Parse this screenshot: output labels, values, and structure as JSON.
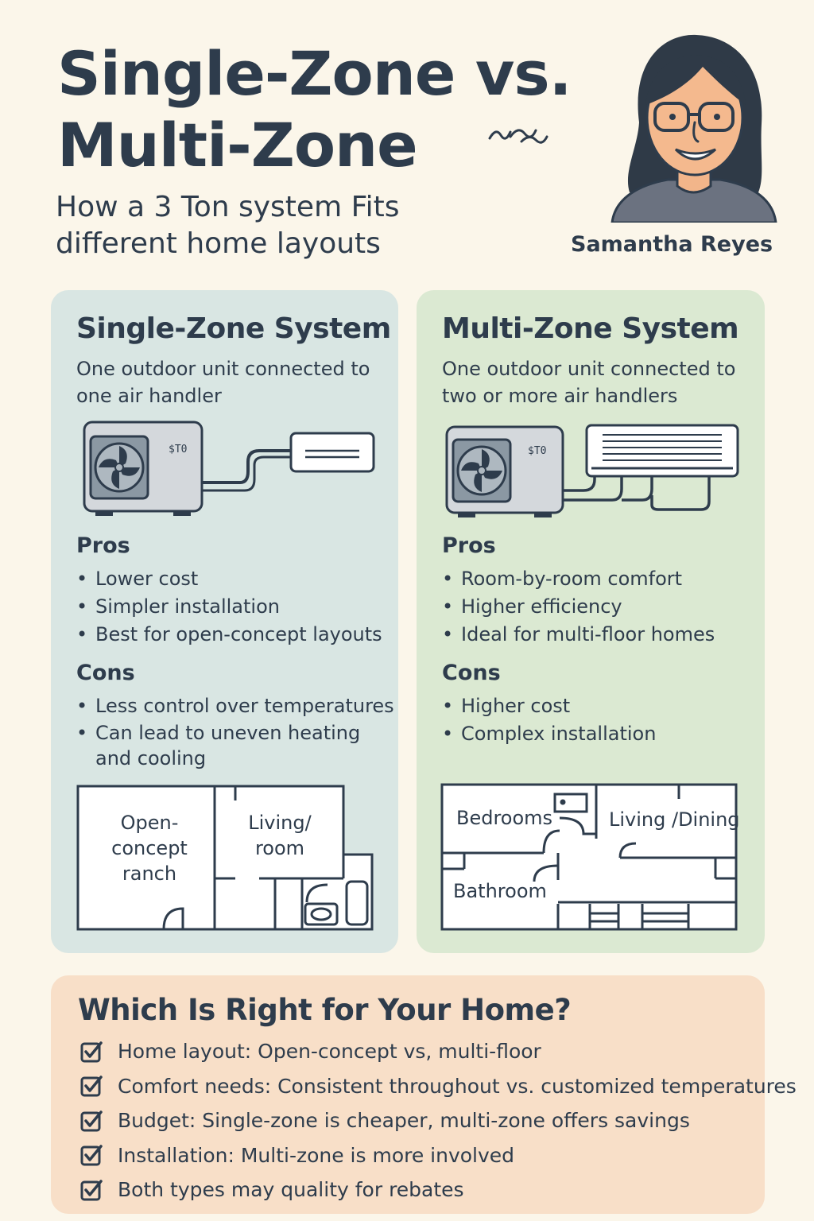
{
  "header": {
    "title_line1": "Single-Zone vs.",
    "title_line2": "Multi-Zone",
    "subtitle_line1": "How a 3 Ton system Fits",
    "subtitle_line2": "different home layouts",
    "author": "Samantha Reyes"
  },
  "single_zone": {
    "title": "Single-Zone System",
    "description": "One outdoor unit connected to one air handler",
    "unit_label": "$T0",
    "pros_heading": "Pros",
    "pros": [
      "Lower cost",
      "Simpler installation",
      "Best for open-concept layouts"
    ],
    "cons_heading": "Cons",
    "cons": [
      "Less control over temperatures",
      "Can lead to uneven heating and cooling"
    ],
    "floorplan": {
      "label_a_line1": "Open-",
      "label_a_line2": "concept",
      "label_a_line3": "ranch",
      "label_b_line1": "Living/",
      "label_b_line2": "room"
    }
  },
  "multi_zone": {
    "title": "Multi-Zone System",
    "description": "One outdoor unit connected to two or more air handlers",
    "unit_label": "$T0",
    "pros_heading": "Pros",
    "pros": [
      "Room-by-room comfort",
      "Higher efficiency",
      "Ideal for multi-floor homes"
    ],
    "cons_heading": "Cons",
    "cons": [
      "Higher cost",
      "Complex installation"
    ],
    "floorplan": {
      "bedrooms": "Bedrooms",
      "living_dining": "Living /Dining",
      "bathroom": "Bathroom"
    }
  },
  "checklist": {
    "title": "Which Is Right for Your Home?",
    "items": [
      "Home layout: Open-concept vs, multi-floor",
      "Comfort needs: Consistent throughout vs. customized temperatures",
      "Budget: Single-zone is cheaper, multi-zone offers savings",
      "Installation: Multi-zone is more involved",
      "Both types may quality for rebates"
    ]
  },
  "colors": {
    "background": "#fbf6ea",
    "single_panel": "#d9e6e3",
    "multi_panel": "#dbe9d2",
    "checklist_panel": "#f8dfc8",
    "ink": "#2e3c4c"
  },
  "icons": {
    "avatar": "woman-with-glasses-portrait",
    "unit": "outdoor-condenser-unit-icon",
    "handler": "wall-air-handler-icon",
    "check": "checkbox-checked-icon"
  }
}
